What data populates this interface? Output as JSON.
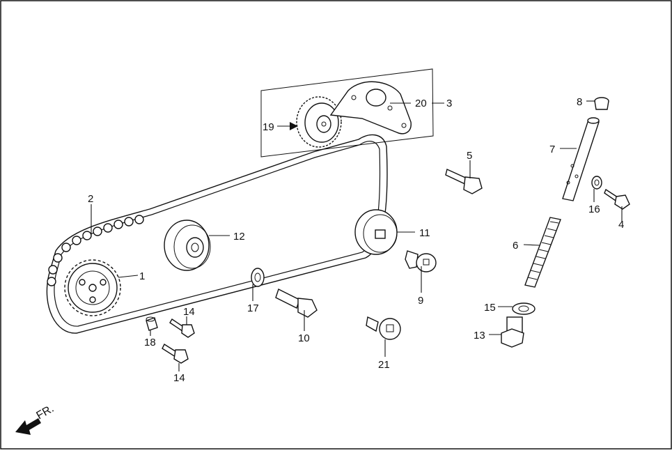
{
  "direction_label": "FR.",
  "callouts": {
    "c1": "1",
    "c2": "2",
    "c3": "3",
    "c4": "4",
    "c5": "5",
    "c6": "6",
    "c7": "7",
    "c8": "8",
    "c9": "9",
    "c10": "10",
    "c11": "11",
    "c12": "12",
    "c13": "13",
    "c14a": "14",
    "c14b": "14",
    "c15": "15",
    "c16": "16",
    "c17": "17",
    "c18": "18",
    "c19": "19",
    "c20": "20",
    "c21": "21"
  }
}
